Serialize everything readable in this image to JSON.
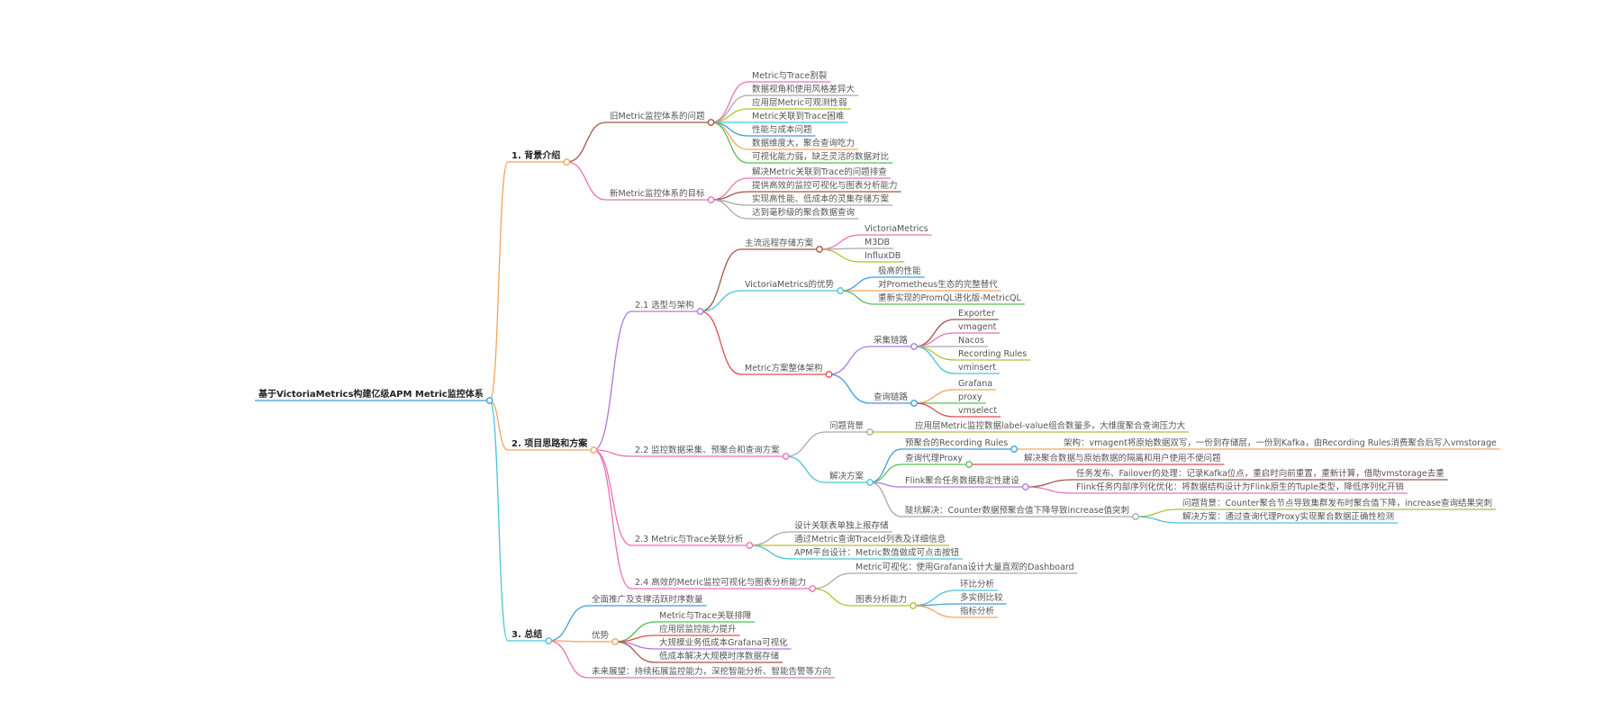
{
  "palette": {
    "c_orange": "#f3a35b",
    "c_purple": "#b078d9",
    "c_cyan": "#49c3dd",
    "c_brown": "#a05545",
    "c_pink": "#ee6fb5",
    "c_olive": "#b8be2c",
    "c_blue": "#3b9ed8",
    "c_green": "#58bd55",
    "c_red": "#e04b4b",
    "c_gray": "#a9a9a9",
    "c_teal": "#35b4b4",
    "c_navy": "#3c5fb0"
  },
  "mindmap": {
    "root": {
      "label": "基于VictoriaMetrics构建亿级APM Metric监控体系",
      "color": "c_blue",
      "children": [
        {
          "label": "1. 背景介绍",
          "color": "c_orange",
          "children": [
            {
              "label": "旧Metric监控体系的问题",
              "color": "c_brown",
              "children": [
                {
                  "label": "Metric与Trace割裂",
                  "color": "c_pink"
                },
                {
                  "label": "数据视角和使用风格差异大",
                  "color": "c_gray"
                },
                {
                  "label": "应用层Metric可观测性弱",
                  "color": "c_olive"
                },
                {
                  "label": "Metric关联到Trace困难",
                  "color": "c_cyan"
                },
                {
                  "label": "性能与成本问题",
                  "color": "c_blue"
                },
                {
                  "label": "数据维度大，聚合查询吃力",
                  "color": "c_orange"
                },
                {
                  "label": "可视化能力弱，缺乏灵活的数据对比",
                  "color": "c_green"
                }
              ]
            },
            {
              "label": "新Metric监控体系的目标",
              "color": "c_pink",
              "children": [
                {
                  "label": "解决Metric关联到Trace的问题排查",
                  "color": "c_pink"
                },
                {
                  "label": "提供高效的监控可视化与图表分析能力",
                  "color": "c_brown"
                },
                {
                  "label": "实现高性能、低成本的灵集存储方案",
                  "color": "c_gray"
                },
                {
                  "label": "达到毫秒级的聚合数据查询",
                  "color": "c_gray"
                }
              ]
            }
          ]
        },
        {
          "label": "2. 项目思路和方案",
          "color": "c_orange",
          "children": [
            {
              "label": "2.1 选型与架构",
              "color": "c_purple",
              "children": [
                {
                  "label": "主流远程存储方案",
                  "color": "c_brown",
                  "children": [
                    {
                      "label": "VictoriaMetrics",
                      "color": "c_pink"
                    },
                    {
                      "label": "M3DB",
                      "color": "c_gray"
                    },
                    {
                      "label": "InfluxDB",
                      "color": "c_olive"
                    }
                  ]
                },
                {
                  "label": "VictoriaMetrics的优势",
                  "color": "c_cyan",
                  "children": [
                    {
                      "label": "极高的性能",
                      "color": "c_blue"
                    },
                    {
                      "label": "对Prometheus生态的完整替代",
                      "color": "c_orange"
                    },
                    {
                      "label": "重新实现的PromQL进化版-MetricQL",
                      "color": "c_green"
                    }
                  ]
                },
                {
                  "label": "Metric方案整体架构",
                  "color": "c_red",
                  "children": [
                    {
                      "label": "采集链路",
                      "color": "c_purple",
                      "children": [
                        {
                          "label": "Exporter",
                          "color": "c_brown"
                        },
                        {
                          "label": "vmagent",
                          "color": "c_pink"
                        },
                        {
                          "label": "Nacos",
                          "color": "c_gray"
                        },
                        {
                          "label": "Recording Rules",
                          "color": "c_olive"
                        },
                        {
                          "label": "vminsert",
                          "color": "c_cyan"
                        }
                      ]
                    },
                    {
                      "label": "查询链路",
                      "color": "c_blue",
                      "children": [
                        {
                          "label": "Grafana",
                          "color": "c_orange"
                        },
                        {
                          "label": "proxy",
                          "color": "c_green"
                        },
                        {
                          "label": "vmselect",
                          "color": "c_red"
                        }
                      ]
                    }
                  ]
                }
              ]
            },
            {
              "label": "2.2 监控数据采集、预聚合和查询方案",
              "color": "c_pink",
              "children": [
                {
                  "label": "问题背景",
                  "color": "c_gray",
                  "children": [
                    {
                      "label": "应用层Metric监控数据label-value组合数量多，大维度聚合查询压力大",
                      "color": "c_olive"
                    }
                  ]
                },
                {
                  "label": "解决方案",
                  "color": "c_cyan",
                  "children": [
                    {
                      "label": "预聚合的Recording Rules",
                      "color": "c_blue",
                      "children": [
                        {
                          "label": "架构：vmagent将原始数据双写，一份到存储层，一份到Kafka，由Recording Rules消费聚合后写入vmstorage",
                          "color": "c_orange"
                        }
                      ]
                    },
                    {
                      "label": "查询代理Proxy",
                      "color": "c_green",
                      "children": [
                        {
                          "label": "解决聚合数据与原始数据的隔离和用户使用不便问题",
                          "color": "c_red"
                        }
                      ]
                    },
                    {
                      "label": "Flink聚合任务数据稳定性建设",
                      "color": "c_purple",
                      "children": [
                        {
                          "label": "任务发布、Failover的处理：记录Kafka位点，重启时向前重置，重新计算，借助vmstorage去重",
                          "color": "c_brown"
                        },
                        {
                          "label": "Flink任务内部序列化优化：将数据结构设计为Flink原生的Tuple类型，降低序列化开销",
                          "color": "c_pink"
                        }
                      ]
                    },
                    {
                      "label": "陡坑解决：Counter数据预聚合值下降导致increase值突刺",
                      "color": "c_gray",
                      "children": [
                        {
                          "label": "问题背景：Counter聚合节点导致集群发布时聚合值下降，increase查询结果突刺",
                          "color": "c_olive"
                        },
                        {
                          "label": "解决方案：通过查询代理Proxy实现聚合数据正确性检测",
                          "color": "c_cyan"
                        }
                      ]
                    }
                  ]
                }
              ]
            },
            {
              "label": "2.3 Metric与Trace关联分析",
              "color": "c_pink",
              "children": [
                {
                  "label": "设计关联表单独上报存储",
                  "color": "c_gray"
                },
                {
                  "label": "通过Metric查询TraceId列表及详细信息",
                  "color": "c_olive"
                },
                {
                  "label": "APM平台设计：Metric数值做成可点击按钮",
                  "color": "c_cyan"
                }
              ]
            },
            {
              "label": "2.4 高效的Metric监控可视化与图表分析能力",
              "color": "c_pink",
              "children": [
                {
                  "label": "Metric可视化：使用Grafana设计大量直观的Dashboard",
                  "color": "c_gray"
                },
                {
                  "label": "图表分析能力",
                  "color": "c_olive",
                  "children": [
                    {
                      "label": "环比分析",
                      "color": "c_cyan"
                    },
                    {
                      "label": "多实例比较",
                      "color": "c_blue"
                    },
                    {
                      "label": "指标分析",
                      "color": "c_orange"
                    }
                  ]
                }
              ]
            }
          ]
        },
        {
          "label": "3. 总结",
          "color": "c_cyan",
          "children": [
            {
              "label": "全面推广及支撑活跃时序数量",
              "color": "c_blue"
            },
            {
              "label": "优势",
              "color": "c_orange",
              "children": [
                {
                  "label": "Metric与Trace关联排障",
                  "color": "c_green"
                },
                {
                  "label": "应用层监控能力提升",
                  "color": "c_red"
                },
                {
                  "label": "大规模业务低成本Grafana可视化",
                  "color": "c_purple"
                },
                {
                  "label": "低成本解决大规模时序数据存储",
                  "color": "c_brown"
                }
              ]
            },
            {
              "label": "未来展望：持续拓展监控能力，深挖智能分析、智能告警等方向",
              "color": "c_pink"
            }
          ]
        }
      ]
    }
  }
}
